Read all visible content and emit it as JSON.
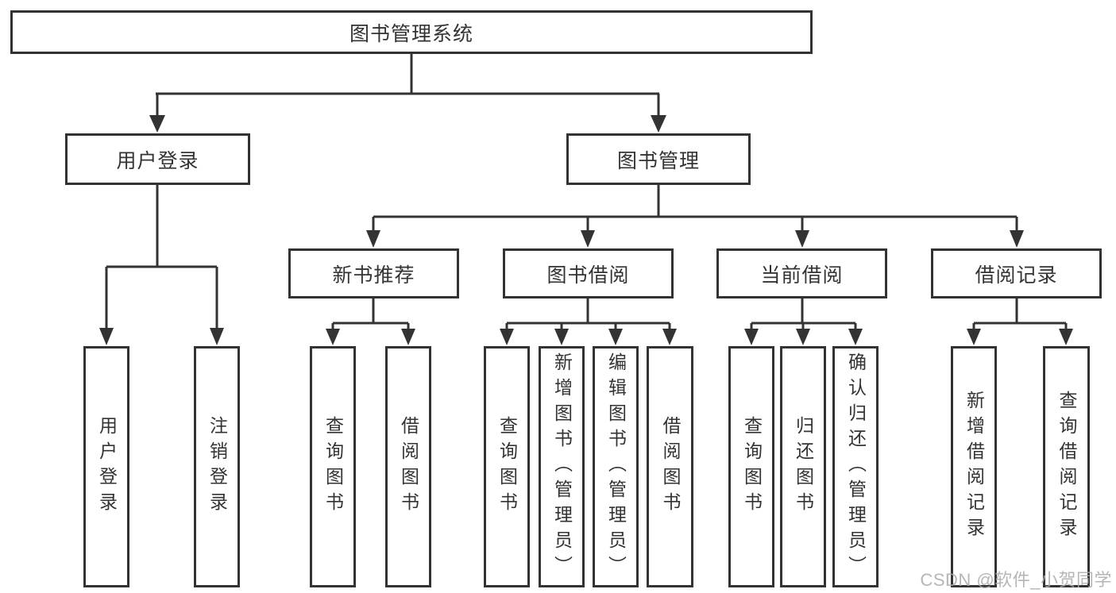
{
  "tree": {
    "label": "图书管理系统",
    "children": [
      {
        "label": "用户登录",
        "children": [
          {
            "label": "用户登录"
          },
          {
            "label": "注销登录"
          }
        ]
      },
      {
        "label": "图书管理",
        "children": [
          {
            "label": "新书推荐",
            "children": [
              {
                "label": "查询图书"
              },
              {
                "label": "借阅图书"
              }
            ]
          },
          {
            "label": "图书借阅",
            "children": [
              {
                "label": "查询图书"
              },
              {
                "label": "新增图书（管理员）"
              },
              {
                "label": "编辑图书（管理员）"
              },
              {
                "label": "借阅图书"
              }
            ]
          },
          {
            "label": "当前借阅",
            "children": [
              {
                "label": "查询图书"
              },
              {
                "label": "归还图书"
              },
              {
                "label": "确认归还（管理员）"
              }
            ]
          },
          {
            "label": "借阅记录",
            "children": [
              {
                "label": "新增借阅记录"
              },
              {
                "label": "查询借阅记录"
              }
            ]
          }
        ]
      }
    ]
  },
  "watermark": {
    "text": "CSDN @软件_小贺同学"
  },
  "colors": {
    "line": "#333333",
    "text": "#333333",
    "background": "#ffffff",
    "watermark": "#acacac"
  }
}
